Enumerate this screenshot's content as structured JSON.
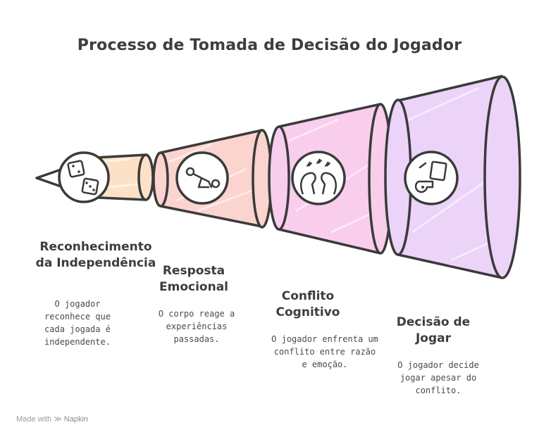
{
  "title": "Processo de Tomada de Decisão do Jogador",
  "stages": [
    {
      "label": "Reconhecimento da Independência",
      "description": "O jogador reconhece que cada jogada é independente.",
      "icon": "dice-icon",
      "color": "#fde1c6"
    },
    {
      "label": "Resposta Emocional",
      "description": "O corpo reage a experiências passadas.",
      "icon": "body-reaction-icon",
      "color": "#fbd3cf"
    },
    {
      "label": "Conflito Cognitivo",
      "description": "O jogador enfrenta um conflito entre razão e emoção.",
      "icon": "mind-conflict-icon",
      "color": "#f9cdec"
    },
    {
      "label": "Decisão de Jogar",
      "description": "O jogador decide jogar apesar do conflito.",
      "icon": "whistle-card-icon",
      "color": "#ecd3f8"
    }
  ],
  "footer": {
    "made_with": "Made with",
    "brand": "Napkin"
  }
}
